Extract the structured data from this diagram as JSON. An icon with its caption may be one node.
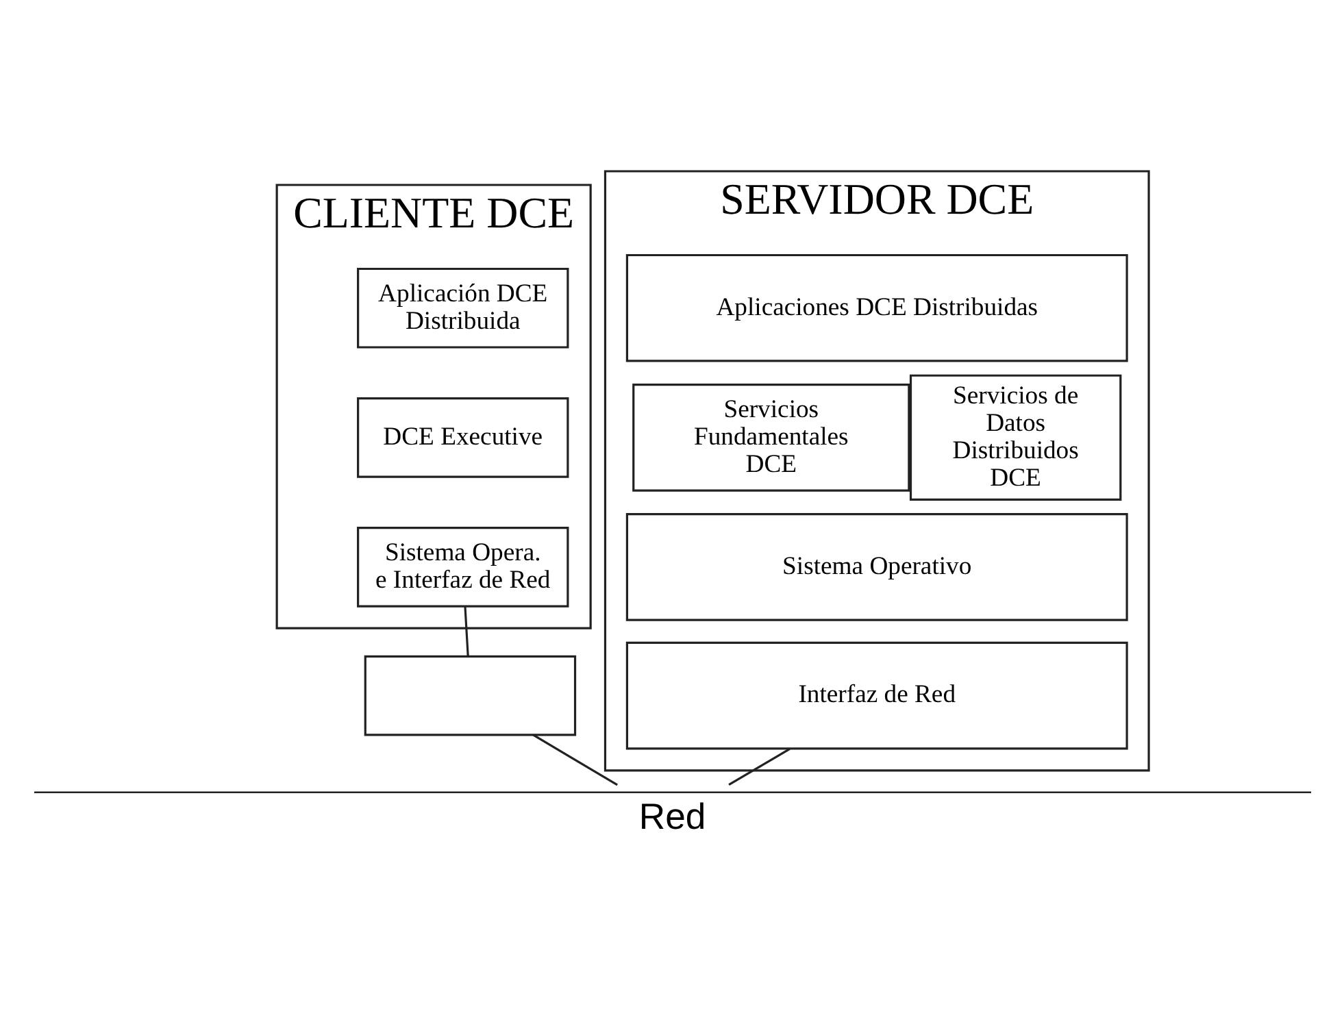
{
  "diagram": {
    "nodes": [
      {
        "text": [
          "CLIENTE DCE"
        ]
      },
      {
        "text": [
          "Aplicación DCE Distribuida"
        ],
        "in": 0
      },
      {
        "text": [
          "DCE Executive"
        ],
        "in": 0
      },
      {
        "text": [
          "Sistema Opera. e Interfaz de Red"
        ],
        "in": 0
      },
      {
        "text": [],
        "shape": "box"
      },
      {
        "text": [
          "SERVIDOR DCE"
        ]
      },
      {
        "text": [
          "Aplicaciones DCE Distribuidas"
        ],
        "in": 5
      },
      {
        "text": [
          "Servicios Fundamentales DCE"
        ],
        "in": 5
      },
      {
        "text": [
          "Servicios de Datos Distribuidos DCE"
        ],
        "in": 5
      },
      {
        "text": [
          "Sistema Operativo"
        ],
        "in": 5
      },
      {
        "text": [
          "Interfaz de Red"
        ],
        "in": 5
      },
      {
        "text": [
          "Red"
        ]
      }
    ],
    "edges": [
      {
        "from": 3,
        "to": 4,
        "arrow": "none"
      },
      {
        "from": 4,
        "to": 11,
        "arrow": "none"
      },
      {
        "from": 10,
        "to": 11,
        "arrow": "none"
      }
    ]
  }
}
